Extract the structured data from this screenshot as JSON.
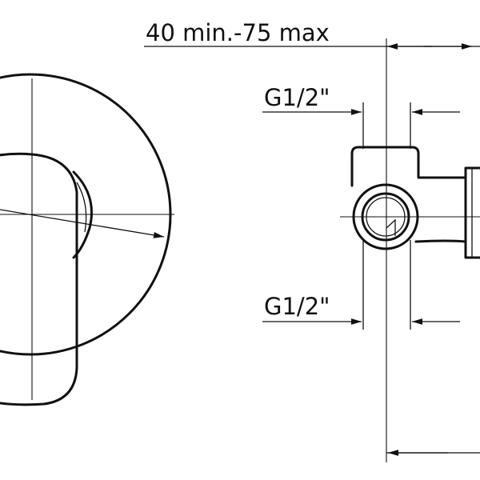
{
  "drawing": {
    "dimensions": {
      "depth_range": "40 min.-75 max",
      "inlet_thread": "G1/2\"",
      "outlet_thread": "G1/2\""
    }
  }
}
